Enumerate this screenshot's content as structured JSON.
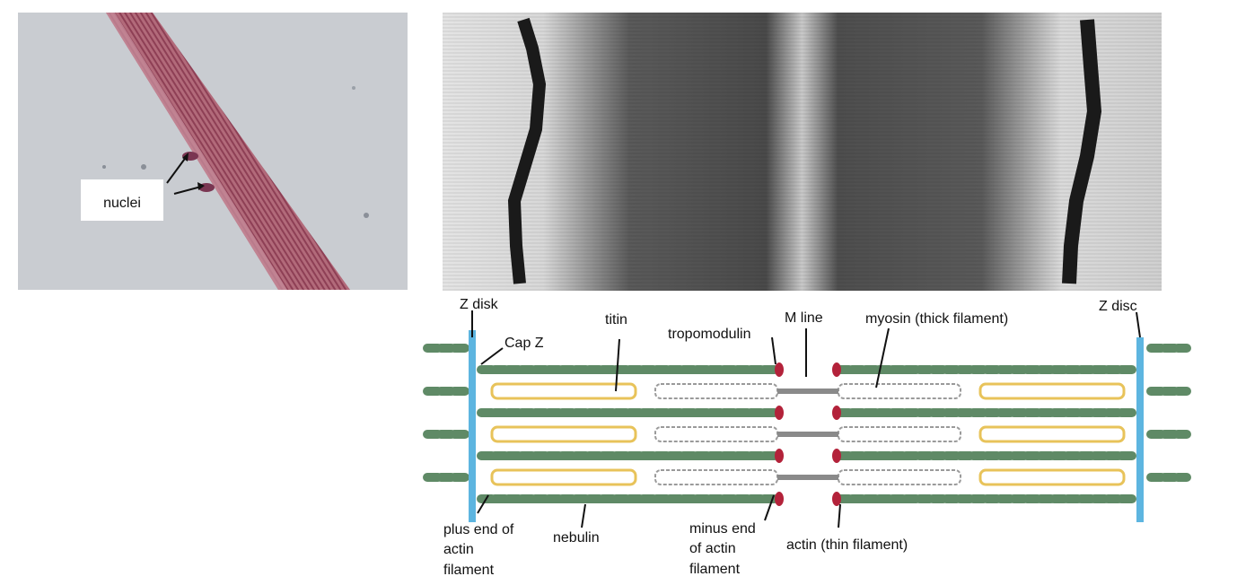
{
  "micrograph": {
    "label": "nuclei"
  },
  "diagram": {
    "labels": {
      "z_disk_left": "Z disk",
      "cap_z": "Cap Z",
      "titin": "titin",
      "tropomodulin": "tropomodulin",
      "m_line": "M line",
      "myosin": "myosin (thick filament)",
      "z_disc_right": "Z disc",
      "plus_end_line1": "plus end of",
      "plus_end_line2": "actin",
      "plus_end_line3": "filament",
      "nebulin": "nebulin",
      "minus_end_line1": "minus end",
      "minus_end_line2": "of actin",
      "minus_end_line3": "filament",
      "actin": "actin (thin filament)"
    },
    "colors": {
      "actin": "#5f8a66",
      "titin": "#e8c35a",
      "z_disc": "#5db5e0",
      "tropomodulin": "#b3223a",
      "myosin": "#9a9a9a"
    }
  }
}
